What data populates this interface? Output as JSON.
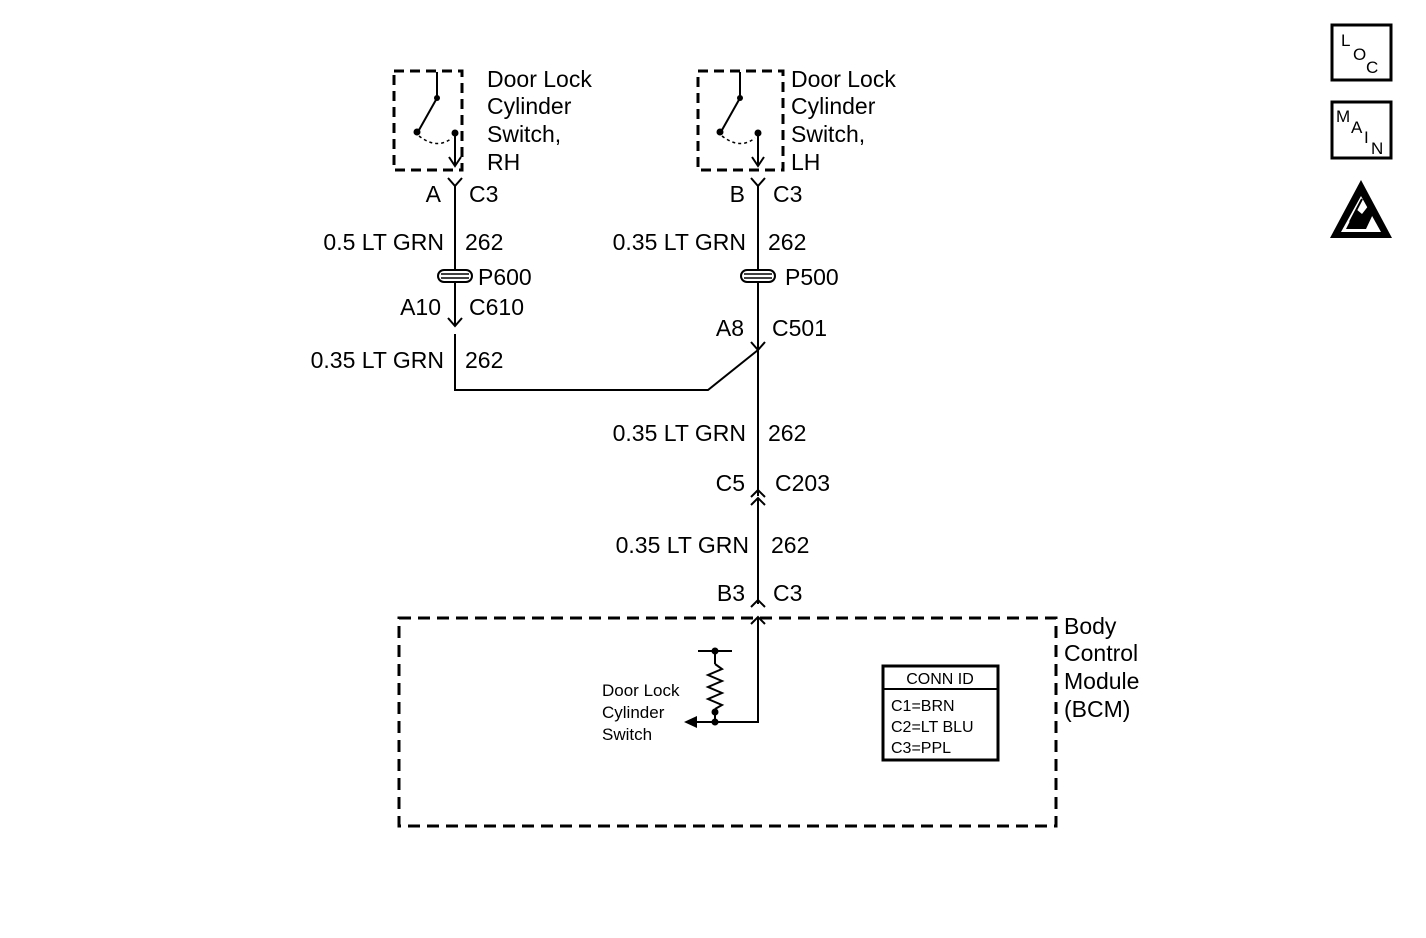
{
  "switches": {
    "rh": {
      "lines": [
        "Door Lock",
        "Cylinder",
        "Switch,",
        "RH"
      ],
      "pin": "A",
      "connector": "C3"
    },
    "lh": {
      "lines": [
        "Door Lock",
        "Cylinder",
        "Switch,",
        "LH"
      ],
      "pin": "B",
      "connector": "C3"
    }
  },
  "wires": {
    "rh_upper": {
      "gauge_color": "0.5 LT GRN",
      "circuit": "262"
    },
    "lh_upper": {
      "gauge_color": "0.35 LT GRN",
      "circuit": "262"
    },
    "rh_lower": {
      "gauge_color": "0.35 LT GRN",
      "circuit": "262"
    },
    "main_upper": {
      "gauge_color": "0.35 LT GRN",
      "circuit": "262"
    },
    "main_lower": {
      "gauge_color": "0.35 LT GRN",
      "circuit": "262"
    }
  },
  "passthroughs": {
    "rh": "P600",
    "lh": "P500"
  },
  "connectors": {
    "rh_mid": {
      "pin": "A10",
      "connector": "C610"
    },
    "lh_mid": {
      "pin": "A8",
      "connector": "C501"
    },
    "c203": {
      "pin": "C5",
      "connector": "C203"
    },
    "bcm": {
      "pin": "B3",
      "connector": "C3"
    }
  },
  "bcm": {
    "lines": [
      "Body",
      "Control",
      "Module",
      "(BCM)"
    ],
    "internal_label": [
      "Door Lock",
      "Cylinder",
      "Switch"
    ],
    "conn_id": {
      "title": "CONN ID",
      "rows": [
        "C1=BRN",
        "C2=LT BLU",
        "C3=PPL"
      ]
    }
  },
  "icons": {
    "loc": {
      "letters": [
        "L",
        "O",
        "C"
      ]
    },
    "main": {
      "letters": [
        "M",
        "A",
        "I",
        "N"
      ]
    },
    "esd": "esd-warning-icon"
  }
}
